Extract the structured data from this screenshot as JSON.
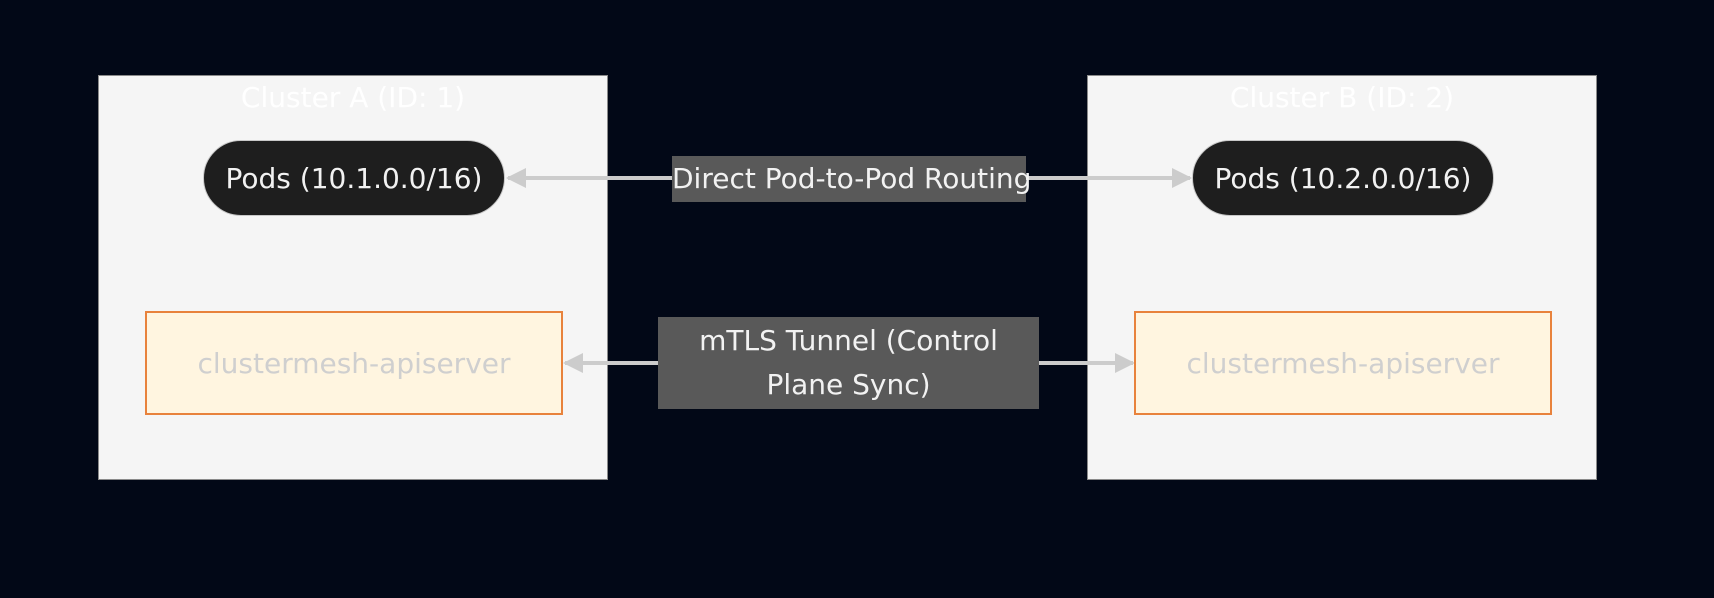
{
  "clusters": [
    {
      "title": "Cluster A (ID: 1)",
      "pods": "Pods (10.1.0.0/16)",
      "apiserver": "clustermesh-apiserver"
    },
    {
      "title": "Cluster B (ID: 2)",
      "pods": "Pods (10.2.0.0/16)",
      "apiserver": "clustermesh-apiserver"
    }
  ],
  "edges": {
    "routing_label": "Direct Pod-to-Pod Routing",
    "tunnel_label_line1": "mTLS Tunnel (Control",
    "tunnel_label_line2": "Plane Sync)"
  },
  "colors": {
    "background": "#020817",
    "cluster_fill": "#f5f5f5",
    "pod_fill": "#1e1e1e",
    "apiserver_fill": "#fff5e0",
    "apiserver_border": "#e8823c",
    "edge": "#cccccc",
    "edge_label_bg": "#595959"
  }
}
